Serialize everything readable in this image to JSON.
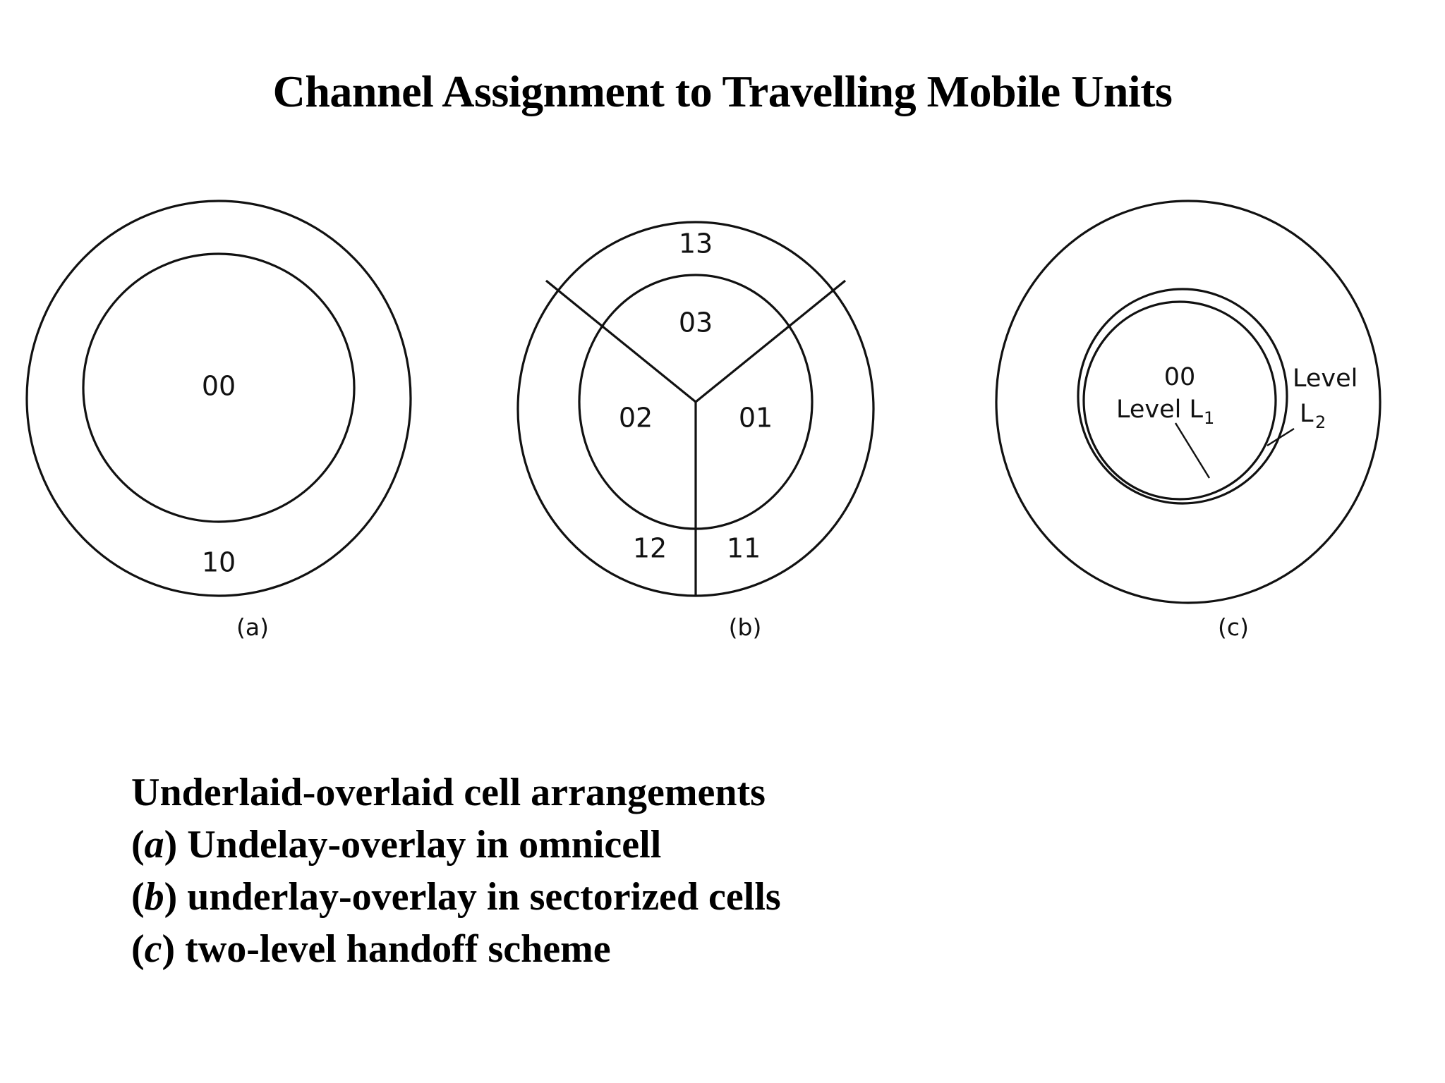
{
  "title": "Channel Assignment to Travelling Mobile Units",
  "figures": {
    "a": {
      "caption": "(a)",
      "labels": {
        "inner": "00",
        "outer": "10"
      }
    },
    "b": {
      "caption": "(b)",
      "labels": {
        "outer_top": "13",
        "inner_top": "03",
        "inner_left": "02",
        "inner_right": "01",
        "outer_bottom_left": "12",
        "outer_bottom_right": "11"
      }
    },
    "c": {
      "caption": "(c)",
      "labels": {
        "inner": "00",
        "level1": "Level L",
        "level1_sub": "1",
        "level2_line1": "Level",
        "level2_line2": "L",
        "level2_sub": "2"
      }
    }
  },
  "description": {
    "line1": "Underlaid-overlaid cell arrangements",
    "line2_tag": "a",
    "line2_text": ") Undelay-overlay in omnicell",
    "line3_tag": "b",
    "line3_text": ") underlay-overlay in sectorized cells",
    "line4_tag": "c",
    "line4_text": ") two-level handoff scheme",
    "open_paren": "("
  },
  "colors": {
    "background": "#ffffff",
    "ink": "#000000",
    "line": "#111111"
  }
}
